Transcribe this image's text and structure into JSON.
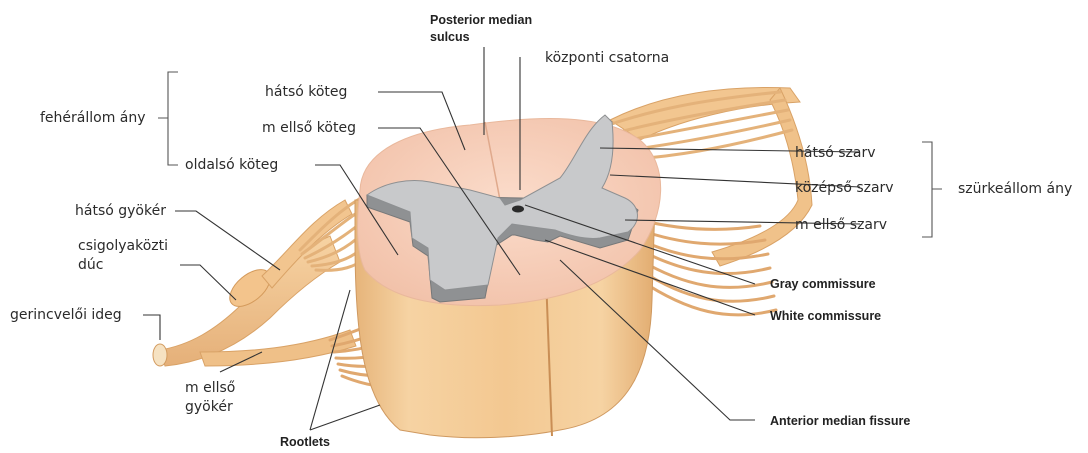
{
  "labels": {
    "posterior_median_sulcus_line1": "Posterior median",
    "posterior_median_sulcus_line2": "sulcus",
    "kozponti_csatorna": "központi csatorna",
    "hatso_koteg": "hátsó köteg",
    "mellso_koteg": "m ellső köteg",
    "oldalso_koteg": "oldalsó köteg",
    "feherallomany": "fehérállom ány",
    "hatso_gyoker": "hátsó gyökér",
    "csigolyakozti_line1": "csigolyaközti",
    "csigolyakozti_line2": "dúc",
    "gerincveloi_ideg": "gerincvelői ideg",
    "mellso_gyoker_line1": "m ellső",
    "mellso_gyoker_line2": "gyökér",
    "rootlets": "Rootlets",
    "hatso_szarv": "hátsó szarv",
    "kozepso_szarv": "középső szarv",
    "mellso_szarv": "m ellső szarv",
    "szurkeallomany": "szürkeállom ány",
    "gray_commissure": "Gray commissure",
    "white_commissure": "White commissure",
    "anterior_median_fissure": "Anterior median fissure"
  },
  "colors": {
    "nerve_tan": "#f0c48f",
    "nerve_dark": "#d9a266",
    "white_matter_side": "#f4cd9c",
    "white_matter_shadow": "#e2ac70",
    "white_matter_top": "#f8d2bf",
    "gray_matter": "#c8c9cb",
    "gray_matter_edge": "#8e9092"
  }
}
